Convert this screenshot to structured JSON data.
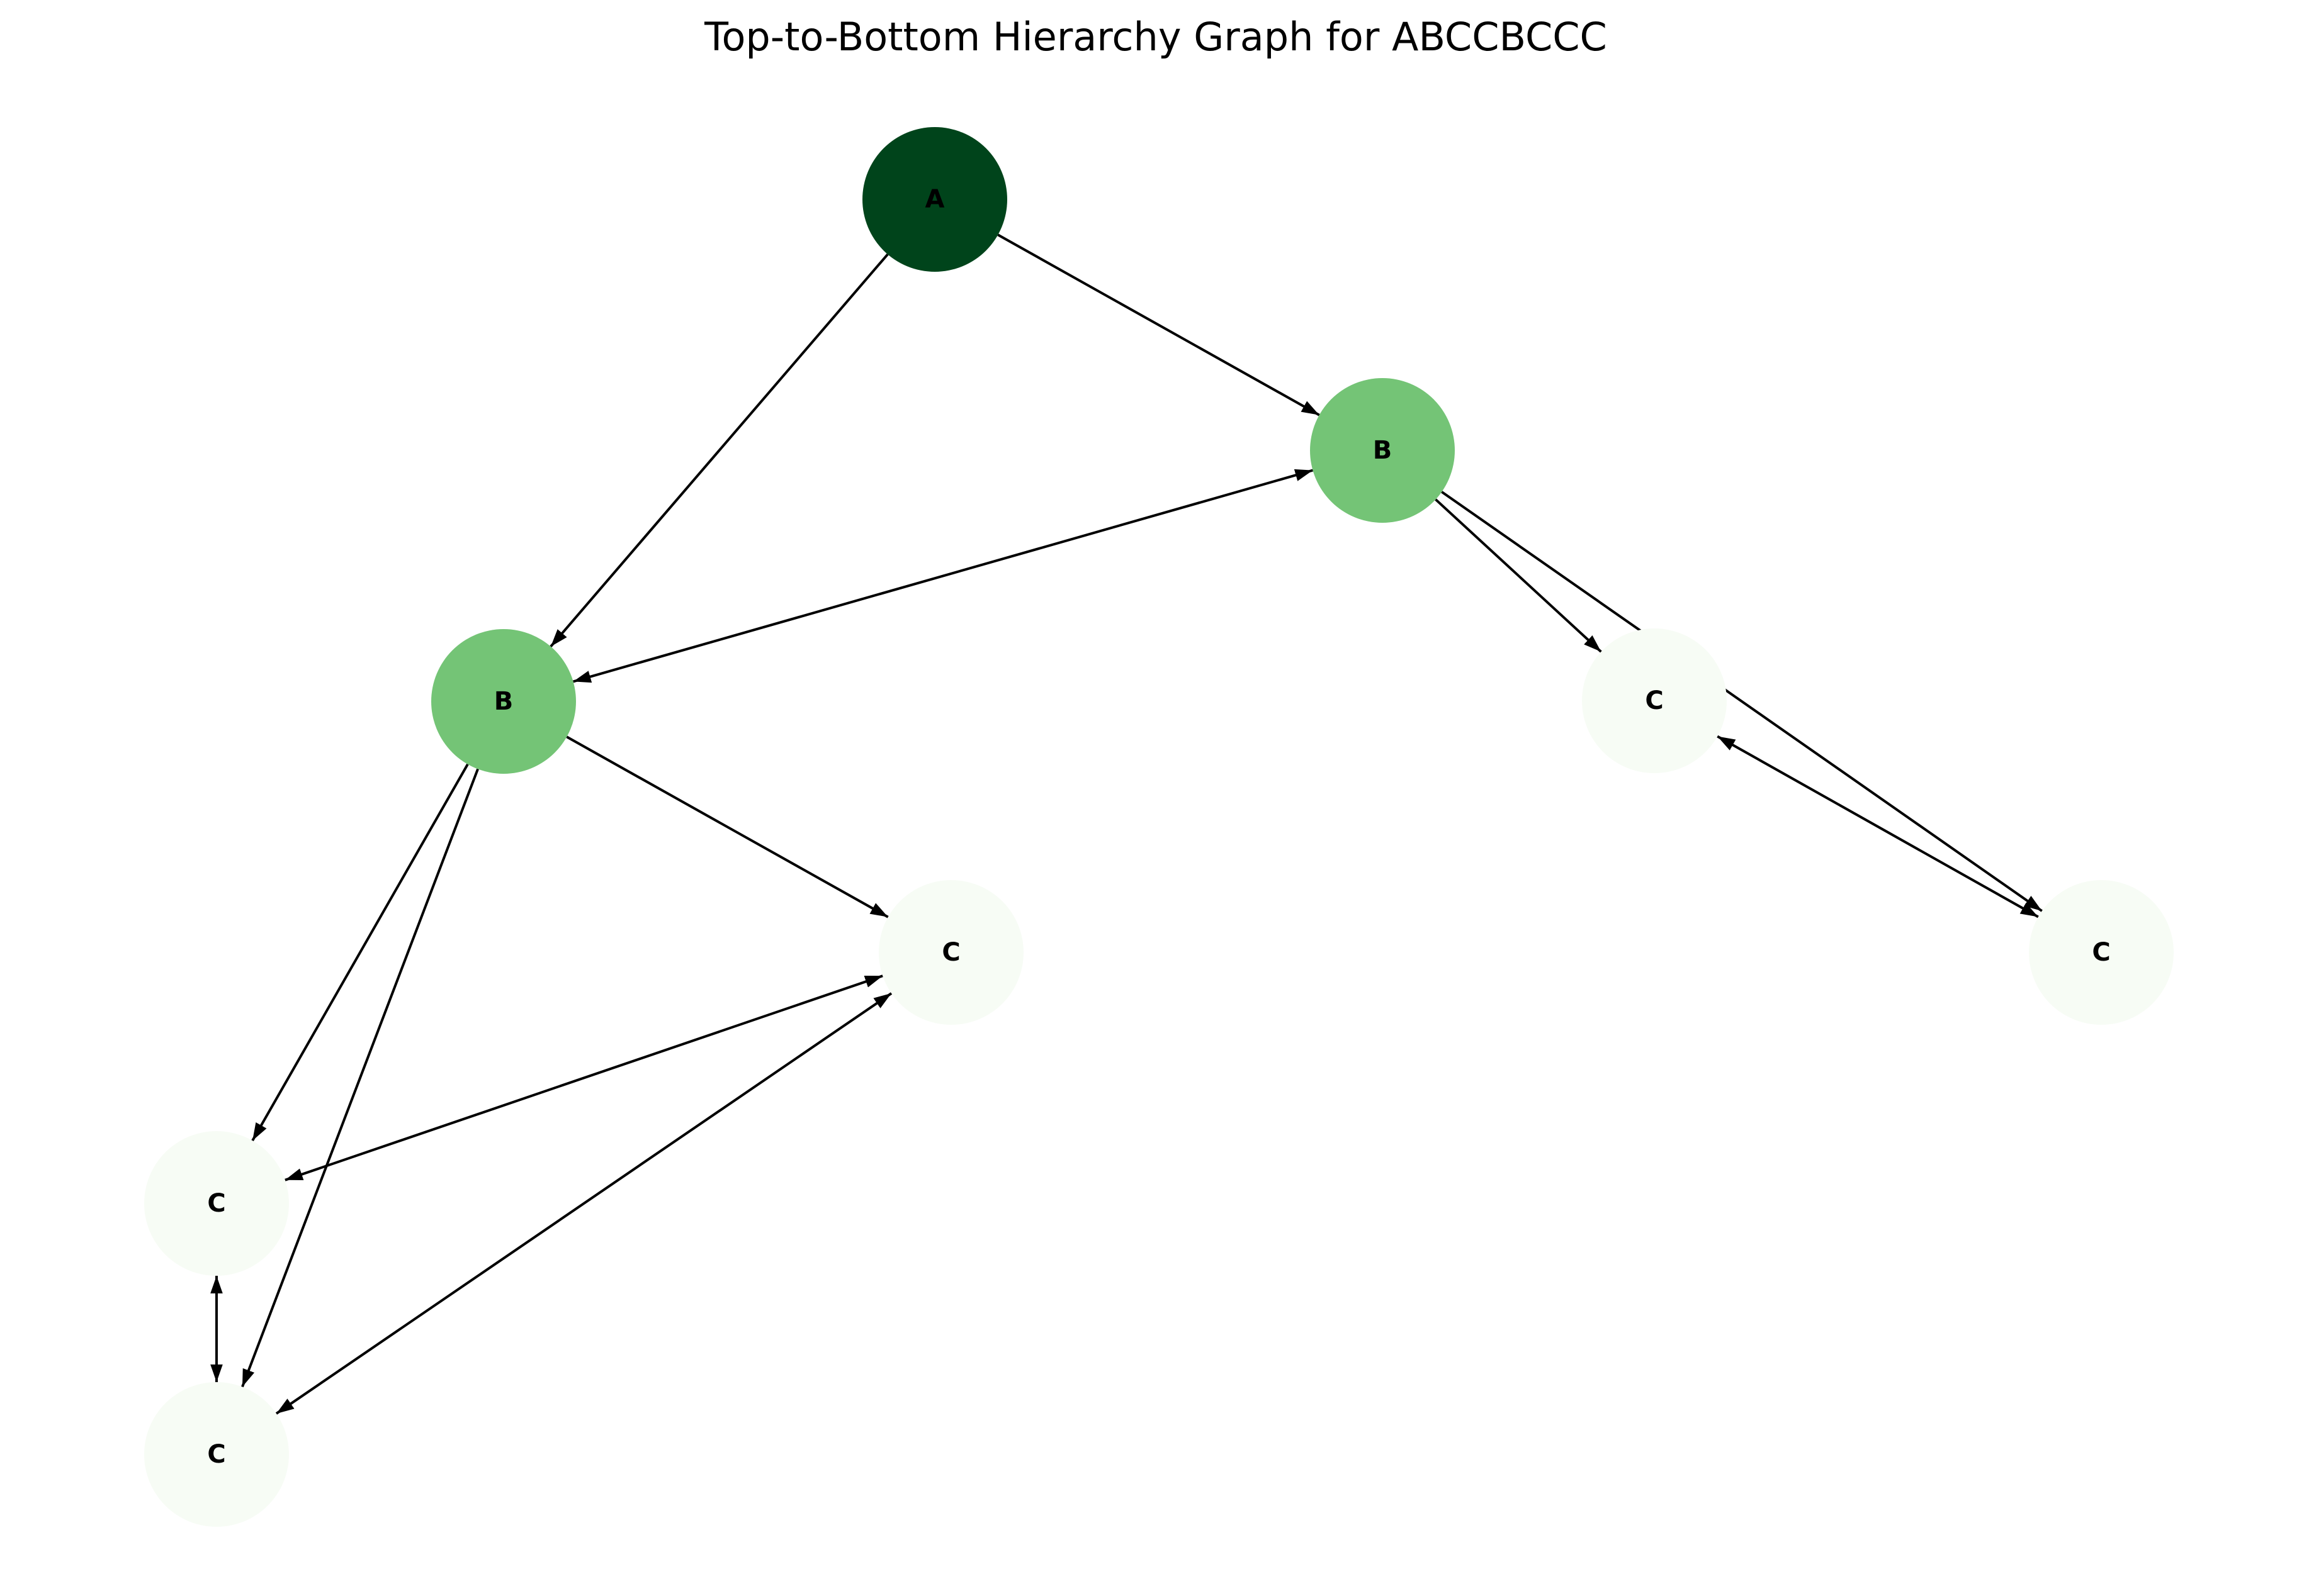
{
  "title": "Top-to-Bottom Hierarchy Graph for ABCCBCCC",
  "colors": {
    "A": "#00441b",
    "B": "#74c476",
    "C": "#f7fcf5",
    "edge": "#000000",
    "background": "#ffffff"
  },
  "nodes": [
    {
      "id": "n0",
      "label": "A",
      "level": "A"
    },
    {
      "id": "n1",
      "label": "B",
      "level": "B"
    },
    {
      "id": "n2",
      "label": "B",
      "level": "B"
    },
    {
      "id": "n3",
      "label": "C",
      "level": "C"
    },
    {
      "id": "n4",
      "label": "C",
      "level": "C"
    },
    {
      "id": "n5",
      "label": "C",
      "level": "C"
    },
    {
      "id": "n6",
      "label": "C",
      "level": "C"
    },
    {
      "id": "n7",
      "label": "C",
      "level": "C"
    }
  ],
  "edges": [
    {
      "from": "n0",
      "to": "n2"
    },
    {
      "from": "n0",
      "to": "n1"
    },
    {
      "from": "n1",
      "to": "n2"
    },
    {
      "from": "n2",
      "to": "n1"
    },
    {
      "from": "n1",
      "to": "n3"
    },
    {
      "from": "n1",
      "to": "n4"
    },
    {
      "from": "n3",
      "to": "n4"
    },
    {
      "from": "n4",
      "to": "n3"
    },
    {
      "from": "n2",
      "to": "n5"
    },
    {
      "from": "n2",
      "to": "n6"
    },
    {
      "from": "n2",
      "to": "n7"
    },
    {
      "from": "n5",
      "to": "n6"
    },
    {
      "from": "n6",
      "to": "n5"
    },
    {
      "from": "n5",
      "to": "n7"
    },
    {
      "from": "n7",
      "to": "n5"
    },
    {
      "from": "n6",
      "to": "n7"
    },
    {
      "from": "n7",
      "to": "n6"
    }
  ]
}
